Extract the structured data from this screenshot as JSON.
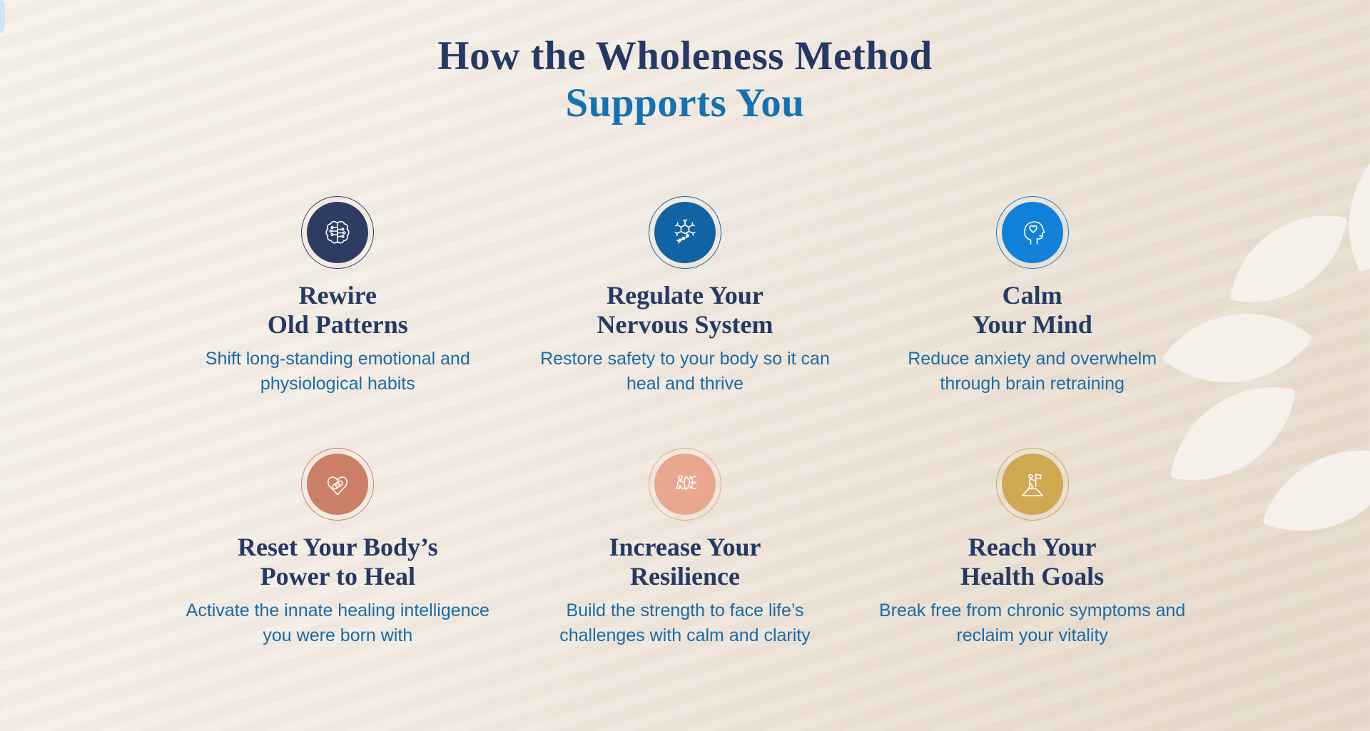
{
  "header": {
    "title_line1": "How the Wholeness Method",
    "title_line2": "Supports You"
  },
  "theme": {
    "background_light": "#f7f1eb",
    "background_dark": "#e6dacc",
    "leaf_color": "#f7f2ec",
    "heading_primary": "#243a64",
    "heading_accent": "#1472b4",
    "description_color": "#1a6ba8"
  },
  "cards": [
    {
      "icon": "brain-circuit-icon",
      "circle_color": "#2e3b63",
      "title_line1": "Rewire",
      "title_line2": "Old Patterns",
      "description": "Shift long-standing emotional and physiological habits"
    },
    {
      "icon": "neuron-icon",
      "circle_color": "#1263a4",
      "title_line1": "Regulate Your",
      "title_line2": "Nervous System",
      "description": "Restore safety to your body so it can heal and thrive"
    },
    {
      "icon": "head-profile-heart-icon",
      "circle_color": "#1180d8",
      "title_line1": "Calm",
      "title_line2": "Your Mind",
      "description": "Reduce anxiety and overwhelm through brain retraining"
    },
    {
      "icon": "heart-bandage-icon",
      "circle_color": "#cb7f67",
      "title_line1": "Reset Your Body’s",
      "title_line2": "Power to Heal",
      "description": "Activate the innate healing intelligence you were born with"
    },
    {
      "icon": "shield-person-icon",
      "circle_color": "#e9a78f",
      "title_line1": "Increase Your",
      "title_line2": "Resilience",
      "description": "Build the strength to face life’s challenges with calm and clarity"
    },
    {
      "icon": "summit-flag-icon",
      "circle_color": "#cfa852",
      "title_line1": "Reach Your",
      "title_line2": "Health Goals",
      "description": "Break free from chronic symptoms and reclaim your vitality"
    }
  ]
}
